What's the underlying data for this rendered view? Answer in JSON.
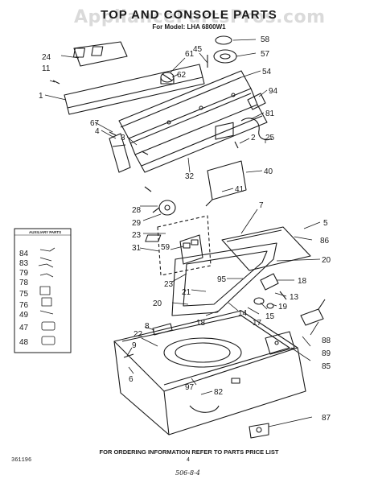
{
  "title": "TOP AND CONSOLE PARTS",
  "subtitle": "For Model: LHA 6800W1",
  "watermark": "AppliancePartsPros.com",
  "footer": "FOR ORDERING INFORMATION REFER TO PARTS PRICE LIST",
  "doc_number": "361196",
  "page_number": "4",
  "handwritten_note": "506-8-4",
  "auxiliary_box": {
    "heading": "AUXILIARY PARTS",
    "labels": [
      "84",
      "83",
      "79",
      "78",
      "75",
      "76",
      "49",
      "47",
      "48"
    ]
  },
  "callouts": [
    "24",
    "11",
    "1",
    "61",
    "45",
    "62",
    "58",
    "57",
    "54",
    "94",
    "81",
    "67",
    "4",
    "3",
    "2",
    "25",
    "40",
    "41",
    "32",
    "28",
    "29",
    "23",
    "31",
    "59",
    "23",
    "7",
    "5",
    "86",
    "20",
    "95",
    "21",
    "18",
    "13",
    "19",
    "15",
    "20",
    "14",
    "18",
    "17",
    "88",
    "89",
    "85",
    "8",
    "22",
    "9",
    "6",
    "97",
    "82",
    "87"
  ]
}
